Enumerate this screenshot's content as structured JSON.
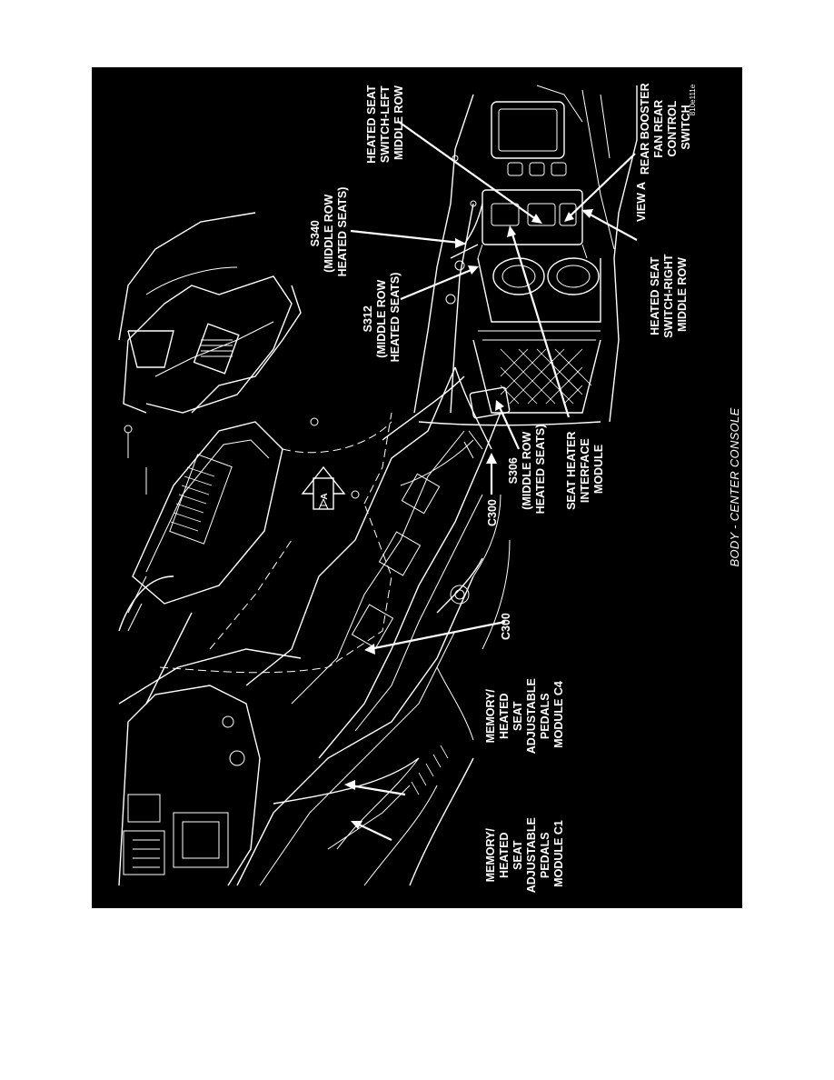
{
  "figure_id": "810e111e",
  "caption": "BODY - CENTER CONSOLE",
  "view_label": "VIEW A",
  "callout_marker": "A",
  "labels": {
    "memory_c1": [
      "MEMORY/",
      "HEATED",
      "SEAT",
      "ADJUSTABLE",
      "PEDALS",
      "MODULE C1"
    ],
    "memory_c4": [
      "MEMORY/",
      "HEATED",
      "SEAT",
      "ADJUSTABLE",
      "PEDALS",
      "MODULE C4"
    ],
    "c300_lower": "C300",
    "c300_upper": "C300",
    "s306": [
      "S306",
      "(MIDDLE ROW",
      "HEATED SEATS)"
    ],
    "seat_heater_module": [
      "SEAT HEATER",
      "INTERFACE",
      "MODULE"
    ],
    "s312": [
      "S312",
      "(MIDDLE ROW",
      "HEATED SEATS)"
    ],
    "s340": [
      "S340",
      "(MIDDLE ROW",
      "HEATED SEATS)"
    ],
    "switch_right": [
      "HEATED SEAT",
      "SWITCH-RIGHT",
      "MIDDLE ROW"
    ],
    "switch_left": [
      "HEATED SEAT",
      "SWITCH-LEFT",
      "MIDDLE ROW"
    ],
    "rear_booster": [
      "REAR BOOSTER",
      "FAN REAR",
      "CONTROL",
      "SWITCH"
    ]
  }
}
